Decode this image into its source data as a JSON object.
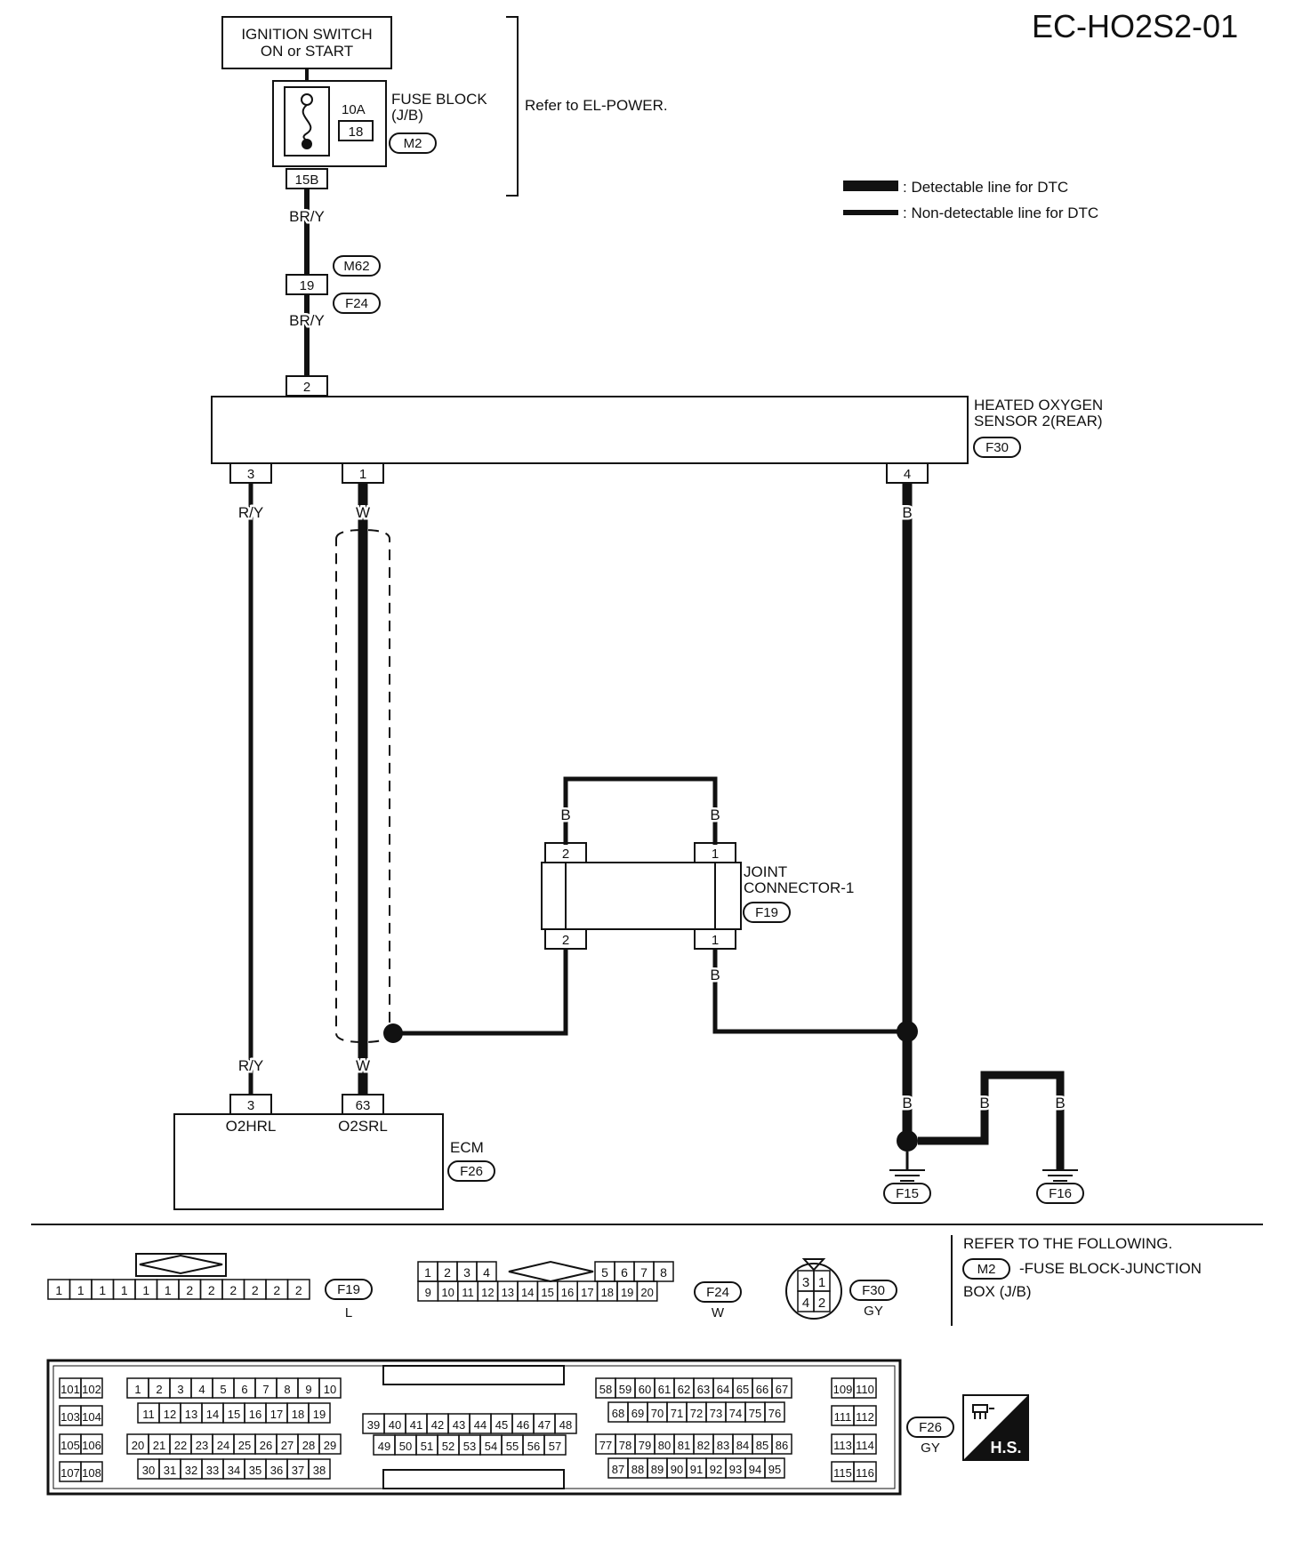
{
  "diagram_id": "EC-HO2S2-01",
  "refer_note": "Refer to EL-POWER.",
  "legend": {
    "detectable": ": Detectable line for DTC",
    "non_detectable": ": Non-detectable line for DTC"
  },
  "ignition": {
    "line1": "IGNITION SWITCH",
    "line2": "ON or START"
  },
  "fuse_block": {
    "line1": "FUSE BLOCK",
    "line2": "(J/B)",
    "amp": "10A",
    "number": "18",
    "connector": "M2",
    "terminal": "15B"
  },
  "wires": {
    "bry_top": "BR/Y",
    "bry_bottom": "BR/Y",
    "ry_top": "R/Y",
    "ry_bottom": "R/Y",
    "w_top": "W",
    "w_bottom": "W",
    "b": "B"
  },
  "connectors": {
    "m62": "M62",
    "f24": "F24",
    "f24_pin": "19"
  },
  "sensor": {
    "line1": "HEATED OXYGEN",
    "line2": "SENSOR 2(REAR)",
    "connector": "F30",
    "pin_top": "2",
    "pin_3": "3",
    "pin_1": "1",
    "pin_4": "4"
  },
  "joint": {
    "line1": "JOINT",
    "line2": "CONNECTOR-1",
    "connector": "F19",
    "pin_2": "2",
    "pin_1": "1"
  },
  "ecm": {
    "label": "ECM",
    "connector": "F26",
    "pin_3": "3",
    "pin_63": "63",
    "sig_3": "O2HRL",
    "sig_63": "O2SRL"
  },
  "grounds": {
    "f15": "F15",
    "f16": "F16"
  },
  "refer_box": {
    "line1": "REFER TO THE FOLLOWING.",
    "conn": "M2",
    "line2": "-FUSE BLOCK-JUNCTION",
    "line3": "BOX (J/B)"
  },
  "footer_connectors": {
    "f19": {
      "id": "F19",
      "color": "L",
      "pins": [
        "1",
        "1",
        "1",
        "1",
        "1",
        "1",
        "2",
        "2",
        "2",
        "2",
        "2",
        "2"
      ]
    },
    "f24": {
      "id": "F24",
      "color": "W",
      "top": [
        "1",
        "2",
        "3",
        "4",
        "5",
        "6",
        "7",
        "8"
      ],
      "bottom": [
        "9",
        "10",
        "11",
        "12",
        "13",
        "14",
        "15",
        "16",
        "17",
        "18",
        "19",
        "20"
      ]
    },
    "f30": {
      "id": "F30",
      "color": "GY",
      "pins": [
        "3",
        "1",
        "4",
        "2"
      ]
    },
    "f26": {
      "id": "F26",
      "color": "GY",
      "hs": "H.S."
    }
  }
}
